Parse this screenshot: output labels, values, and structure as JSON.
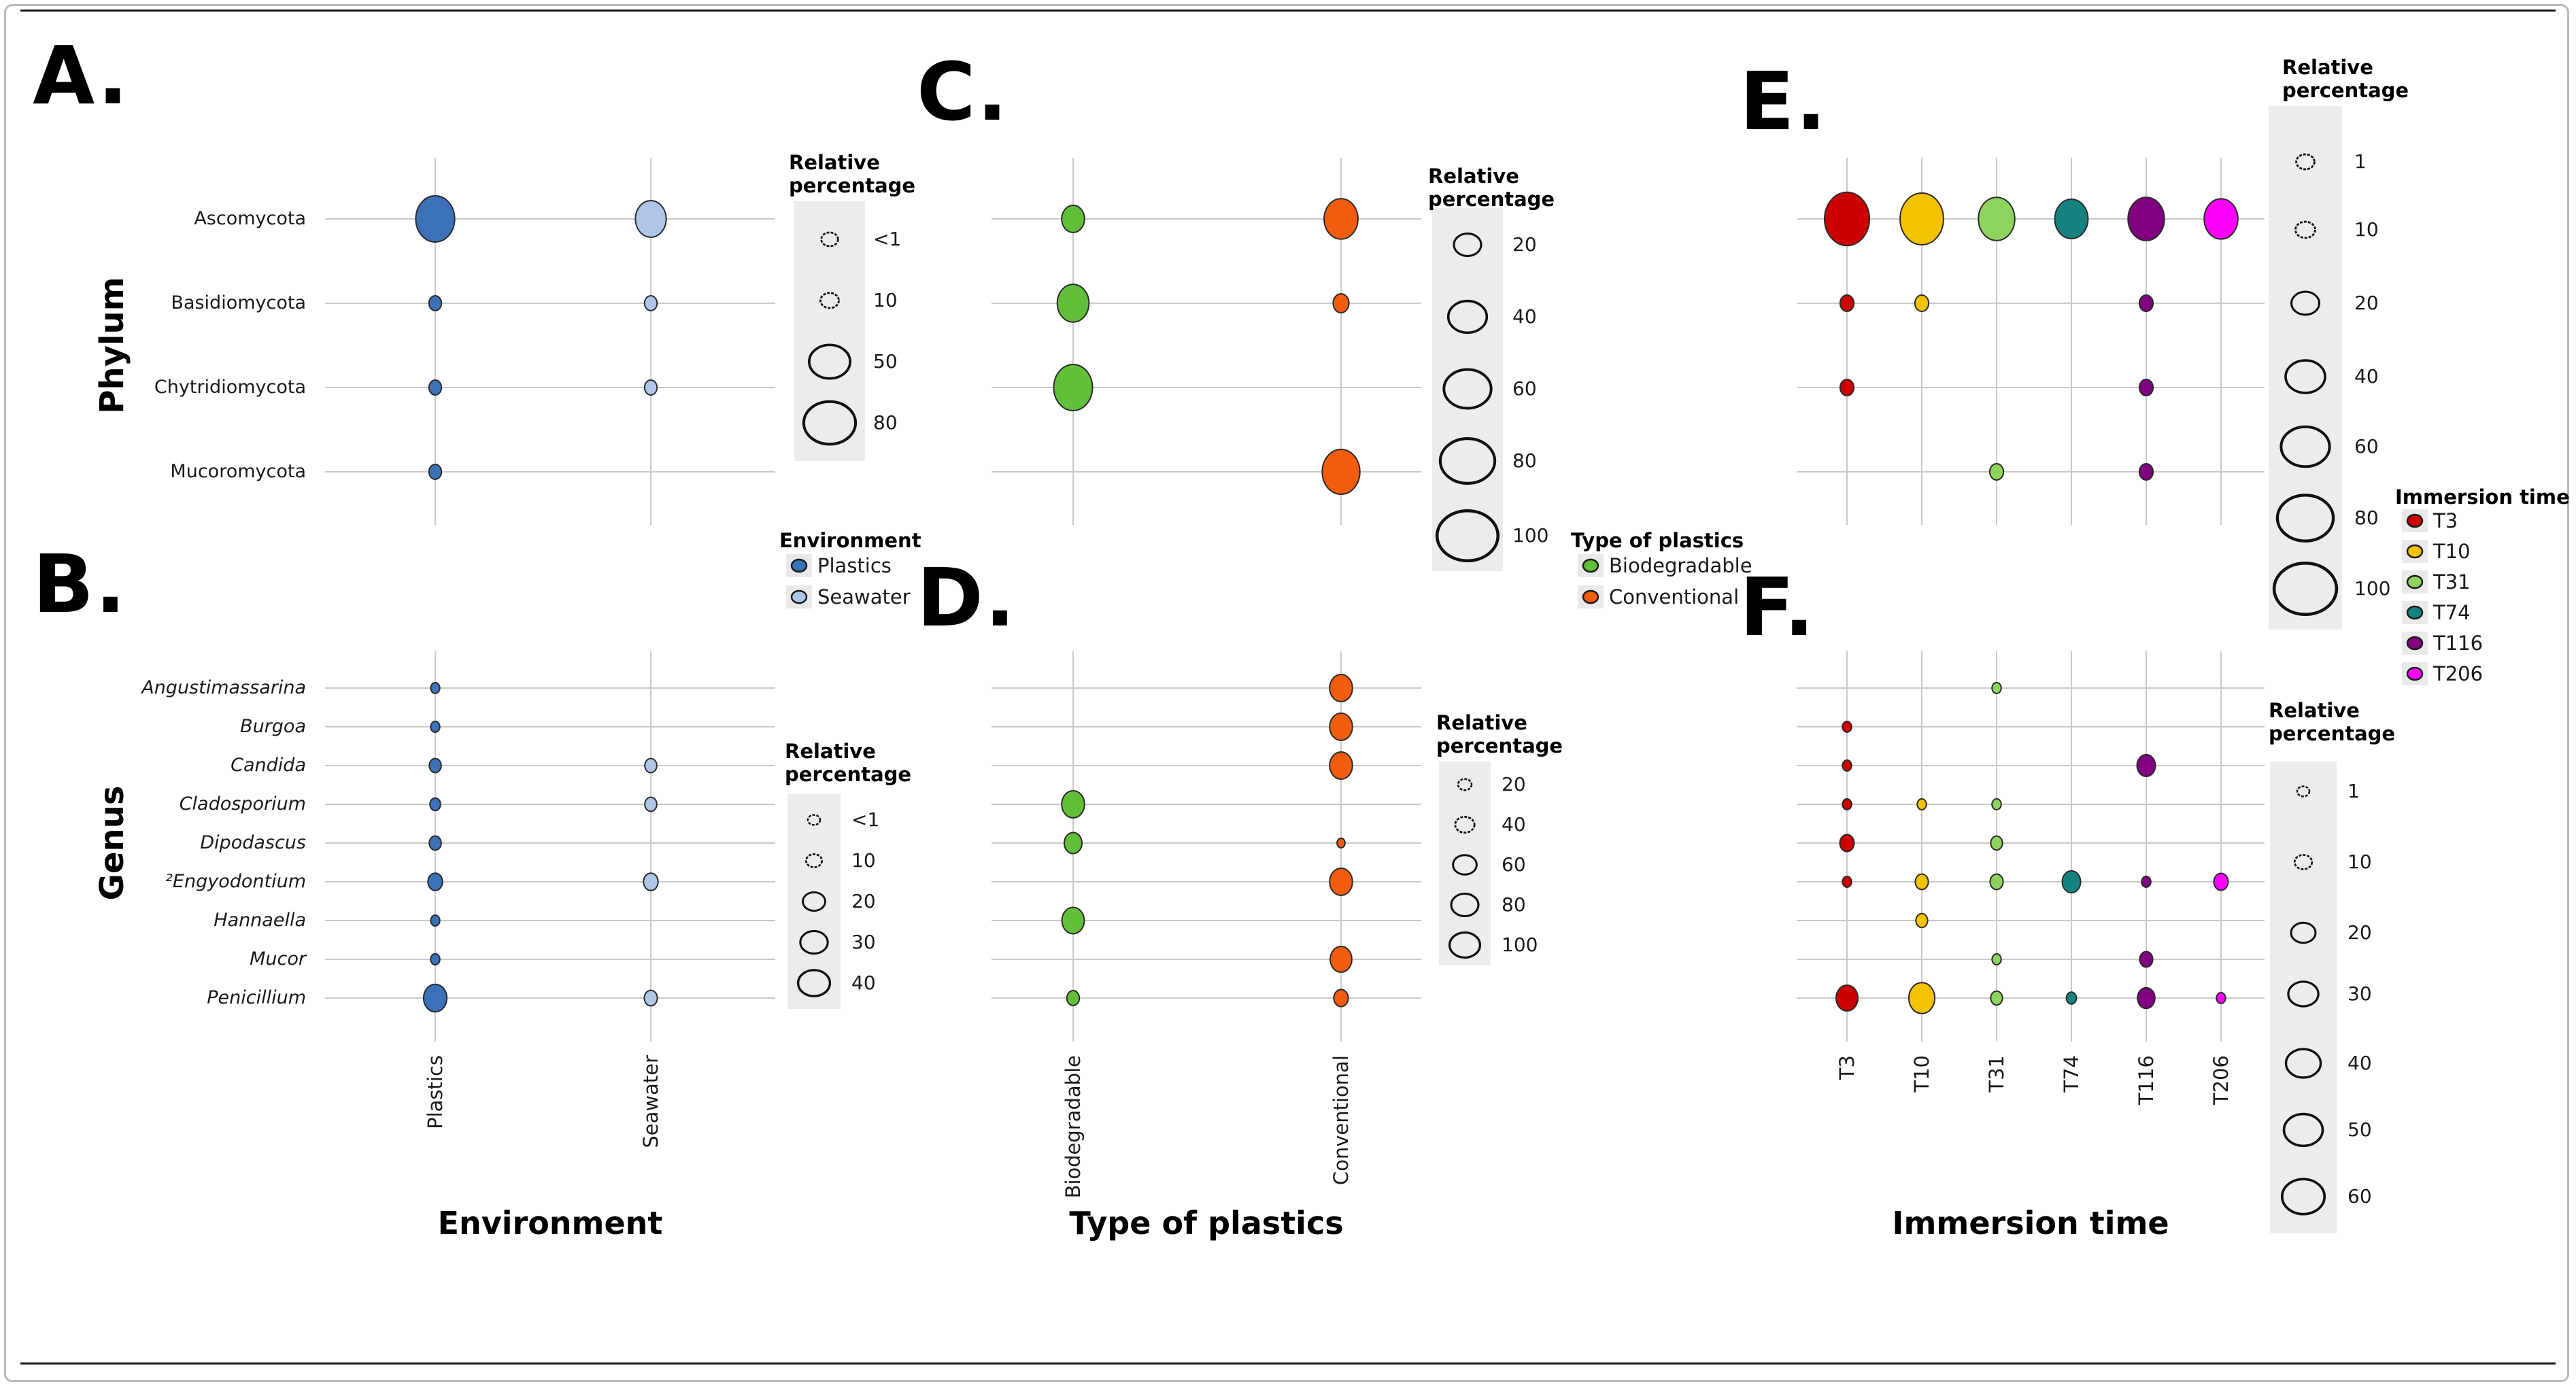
{
  "figure": {
    "panel_letters": {
      "A": "A.",
      "B": "B.",
      "C": "C.",
      "D": "D.",
      "E": "E.",
      "F": "F."
    },
    "y_axis_groups": [
      {
        "label": "Phylum"
      },
      {
        "label": "Genus"
      }
    ],
    "x_axis_titles": [
      "Environment",
      "Type of plastics",
      "Immersion time"
    ],
    "size_legend_title": "Relative percentage",
    "category_legends": [
      {
        "title": "Environment",
        "items": [
          {
            "label": "Plastics",
            "color": "#3b72b8"
          },
          {
            "label": "Seawater",
            "color": "#aec7e8"
          }
        ]
      },
      {
        "title": "Type of plastics",
        "items": [
          {
            "label": "Biodegradable",
            "color": "#62bf3a"
          },
          {
            "label": "Conventional",
            "color": "#f25c0d"
          }
        ]
      },
      {
        "title": "Immersion time",
        "items": [
          {
            "label": "T3",
            "color": "#cc0000"
          },
          {
            "label": "T10",
            "color": "#f5c200"
          },
          {
            "label": "T31",
            "color": "#8fd35f"
          },
          {
            "label": "T74",
            "color": "#16827f"
          },
          {
            "label": "T116",
            "color": "#800080"
          },
          {
            "label": "T206",
            "color": "#fb00fb"
          }
        ]
      }
    ]
  },
  "chart_data": [
    {
      "id": "A",
      "type": "bubble",
      "panel_label": "A.",
      "y_axis": "Phylum",
      "x_axis": "Environment",
      "x_categories": [
        "Plastics",
        "Seawater"
      ],
      "y_categories": [
        "Ascomycota",
        "Basidiomycota",
        "Chytridiomycota",
        "Mucoromycota"
      ],
      "colors": {
        "Plastics": "#3b72b8",
        "Seawater": "#aec7e8"
      },
      "size_legend": {
        "labels": [
          "<1",
          "10",
          "50",
          "80"
        ],
        "values": [
          0.5,
          10,
          50,
          80
        ]
      },
      "points": [
        [
          "Ascomycota",
          "Plastics",
          80
        ],
        [
          "Ascomycota",
          "Seawater",
          50
        ],
        [
          "Basidiomycota",
          "Plastics",
          2
        ],
        [
          "Basidiomycota",
          "Seawater",
          1.5
        ],
        [
          "Chytridiomycota",
          "Plastics",
          2
        ],
        [
          "Chytridiomycota",
          "Seawater",
          1
        ],
        [
          "Mucoromycota",
          "Plastics",
          1.5
        ]
      ]
    },
    {
      "id": "B",
      "type": "bubble",
      "panel_label": "B.",
      "y_axis": "Genus",
      "x_axis": "Environment",
      "x_categories": [
        "Plastics",
        "Seawater"
      ],
      "y_categories": [
        "Angustimassarina",
        "Burgoa",
        "Candida",
        "Cladosporium",
        "Dipodascus",
        "²Engyodontium",
        "Hannaella",
        "Mucor",
        "Penicillium"
      ],
      "colors": {
        "Plastics": "#3b72b8",
        "Seawater": "#aec7e8"
      },
      "size_legend": {
        "labels": [
          "<1",
          "10",
          "20",
          "30",
          "40"
        ],
        "values": [
          0.5,
          10,
          20,
          30,
          40
        ]
      },
      "points": [
        [
          "Angustimassarina",
          "Plastics",
          2
        ],
        [
          "Burgoa",
          "Plastics",
          2
        ],
        [
          "Candida",
          "Plastics",
          10
        ],
        [
          "Candida",
          "Seawater",
          10
        ],
        [
          "Cladosporium",
          "Plastics",
          8
        ],
        [
          "Cladosporium",
          "Seawater",
          10
        ],
        [
          "Dipodascus",
          "Plastics",
          10
        ],
        [
          "²Engyodontium",
          "Plastics",
          15
        ],
        [
          "²Engyodontium",
          "Seawater",
          15
        ],
        [
          "Hannaella",
          "Plastics",
          4
        ],
        [
          "Mucor",
          "Plastics",
          6
        ],
        [
          "Penicillium",
          "Plastics",
          38
        ],
        [
          "Penicillium",
          "Seawater",
          12
        ]
      ]
    },
    {
      "id": "C",
      "type": "bubble",
      "panel_label": "C.",
      "y_axis": "Phylum",
      "x_axis": "Type of plastics",
      "x_categories": [
        "Biodegradable",
        "Conventional"
      ],
      "y_categories": [
        "Ascomycota",
        "Basidiomycota",
        "Chytridiomycota",
        "Mucoromycota"
      ],
      "colors": {
        "Biodegradable": "#62bf3a",
        "Conventional": "#f25c0d"
      },
      "size_legend": {
        "labels": [
          "20",
          "40",
          "60",
          "80",
          "100"
        ],
        "values": [
          20,
          40,
          60,
          80,
          100
        ]
      },
      "points": [
        [
          "Ascomycota",
          "Biodegradable",
          25
        ],
        [
          "Ascomycota",
          "Conventional",
          55
        ],
        [
          "Basidiomycota",
          "Biodegradable",
          48
        ],
        [
          "Basidiomycota",
          "Conventional",
          12
        ],
        [
          "Chytridiomycota",
          "Biodegradable",
          72
        ],
        [
          "Mucoromycota",
          "Conventional",
          68
        ]
      ]
    },
    {
      "id": "D",
      "type": "bubble",
      "panel_label": "D.",
      "y_axis": "Genus",
      "x_axis": "Type of plastics",
      "x_categories": [
        "Biodegradable",
        "Conventional"
      ],
      "y_categories": [
        "Angustimassarina",
        "Burgoa",
        "Candida",
        "Cladosporium",
        "Dipodascus",
        "²Engyodontium",
        "Hannaella",
        "Mucor",
        "Penicillium"
      ],
      "colors": {
        "Biodegradable": "#62bf3a",
        "Conventional": "#f25c0d"
      },
      "size_legend": {
        "labels": [
          "20",
          "40",
          "60",
          "80",
          "100"
        ],
        "values": [
          20,
          40,
          60,
          80,
          100
        ]
      },
      "points": [
        [
          "Angustimassarina",
          "Conventional",
          100
        ],
        [
          "Burgoa",
          "Conventional",
          100
        ],
        [
          "Candida",
          "Conventional",
          100
        ],
        [
          "Cladosporium",
          "Biodegradable",
          100
        ],
        [
          "Dipodascus",
          "Biodegradable",
          60
        ],
        [
          "Dipodascus",
          "Conventional",
          5
        ],
        [
          "²Engyodontium",
          "Conventional",
          100
        ],
        [
          "Hannaella",
          "Biodegradable",
          95
        ],
        [
          "Mucor",
          "Conventional",
          90
        ],
        [
          "Penicillium",
          "Biodegradable",
          30
        ],
        [
          "Penicillium",
          "Conventional",
          40
        ]
      ]
    },
    {
      "id": "E",
      "type": "bubble",
      "panel_label": "E.",
      "y_axis": "Phylum",
      "x_axis": "Immersion time",
      "x_categories": [
        "T3",
        "T10",
        "T31",
        "T74",
        "T116",
        "T206"
      ],
      "colors": {
        "T3": "#cc0000",
        "T10": "#f5c200",
        "T31": "#8fd35f",
        "T74": "#16827f",
        "T116": "#800080",
        "T206": "#fb00fb"
      },
      "y_categories": [
        "Ascomycota",
        "Basidiomycota",
        "Chytridiomycota",
        "Mucoromycota"
      ],
      "size_legend": {
        "labels": [
          "1",
          "10",
          "20",
          "40",
          "60",
          "80",
          "100"
        ],
        "values": [
          1,
          10,
          20,
          40,
          60,
          80,
          100
        ]
      },
      "points": [
        [
          "Ascomycota",
          "T3",
          92
        ],
        [
          "Ascomycota",
          "T10",
          86
        ],
        [
          "Ascomycota",
          "T31",
          60
        ],
        [
          "Ascomycota",
          "T74",
          50
        ],
        [
          "Ascomycota",
          "T116",
          60
        ],
        [
          "Ascomycota",
          "T206",
          52
        ],
        [
          "Basidiomycota",
          "T3",
          2
        ],
        [
          "Basidiomycota",
          "T10",
          2
        ],
        [
          "Basidiomycota",
          "T116",
          1
        ],
        [
          "Chytridiomycota",
          "T3",
          1
        ],
        [
          "Chytridiomycota",
          "T116",
          1
        ],
        [
          "Mucoromycota",
          "T31",
          5
        ],
        [
          "Mucoromycota",
          "T116",
          1
        ]
      ]
    },
    {
      "id": "F",
      "type": "bubble",
      "panel_label": "F.",
      "y_axis": "Genus",
      "x_axis": "Immersion time",
      "x_categories": [
        "T3",
        "T10",
        "T31",
        "T74",
        "T116",
        "T206"
      ],
      "colors": {
        "T3": "#cc0000",
        "T10": "#f5c200",
        "T31": "#8fd35f",
        "T74": "#16827f",
        "T116": "#800080",
        "T206": "#fb00fb"
      },
      "y_categories": [
        "Angustimassarina",
        "Burgoa",
        "Candida",
        "Cladosporium",
        "Dipodascus",
        "²Engyodontium",
        "Hannaella",
        "Mucor",
        "Penicillium"
      ],
      "size_legend": {
        "labels": [
          "1",
          "10",
          "20",
          "30",
          "40",
          "50",
          "60"
        ],
        "values": [
          1,
          10,
          20,
          30,
          40,
          50,
          60
        ]
      },
      "points": [
        [
          "Angustimassarina",
          "T31",
          5
        ],
        [
          "Burgoa",
          "T3",
          4
        ],
        [
          "Candida",
          "T3",
          4
        ],
        [
          "Candida",
          "T116",
          20
        ],
        [
          "Cladosporium",
          "T3",
          4
        ],
        [
          "Cladosporium",
          "T10",
          4
        ],
        [
          "Cladosporium",
          "T31",
          5
        ],
        [
          "Dipodascus",
          "T3",
          12
        ],
        [
          "Dipodascus",
          "T31",
          8
        ],
        [
          "²Engyodontium",
          "T3",
          4
        ],
        [
          "²Engyodontium",
          "T10",
          10
        ],
        [
          "²Engyodontium",
          "T31",
          10
        ],
        [
          "²Engyodontium",
          "T74",
          20
        ],
        [
          "²Engyodontium",
          "T116",
          5
        ],
        [
          "²Engyodontium",
          "T206",
          12
        ],
        [
          "Hannaella",
          "T10",
          8
        ],
        [
          "Mucor",
          "T31",
          4
        ],
        [
          "Mucor",
          "T116",
          10
        ],
        [
          "Penicillium",
          "T3",
          28
        ],
        [
          "Penicillium",
          "T10",
          40
        ],
        [
          "Penicillium",
          "T31",
          8
        ],
        [
          "Penicillium",
          "T74",
          6
        ],
        [
          "Penicillium",
          "T116",
          18
        ],
        [
          "Penicillium",
          "T206",
          4
        ]
      ]
    }
  ]
}
